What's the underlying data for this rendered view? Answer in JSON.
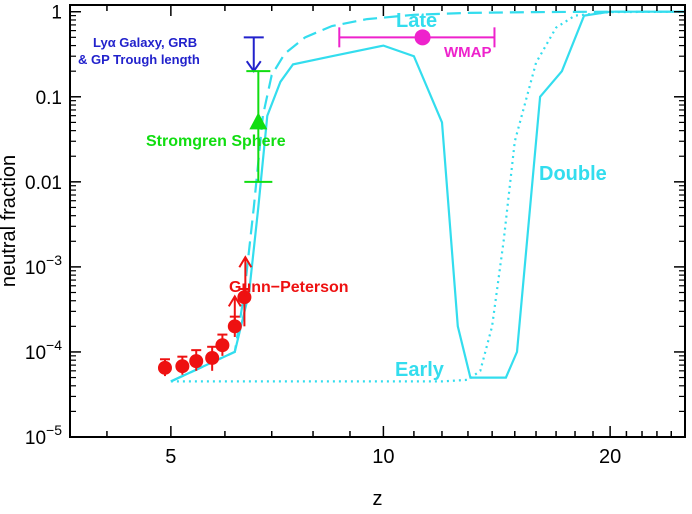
{
  "chart_data": {
    "type": "line",
    "x_scale": "log(1+z)",
    "y_scale": "log",
    "xlabel": "z",
    "ylabel": "neutral fraction",
    "xlim": [
      3.5,
      25
    ],
    "ylim": [
      1e-05,
      1.2
    ],
    "x_ticks": [
      {
        "value": 5,
        "label": "5"
      },
      {
        "value": 10,
        "label": "10"
      },
      {
        "value": 20,
        "label": "20"
      }
    ],
    "y_ticks": [
      {
        "value": 1,
        "label": "1",
        "exp": ""
      },
      {
        "value": 0.1,
        "label": "0.1",
        "exp": ""
      },
      {
        "value": 0.01,
        "label": "0.01",
        "exp": ""
      },
      {
        "value": 0.001,
        "label": "10",
        "exp": "−3"
      },
      {
        "value": 0.0001,
        "label": "10",
        "exp": "−4"
      },
      {
        "value": 1e-05,
        "label": "10",
        "exp": "−5"
      }
    ],
    "series": [
      {
        "name": "Late",
        "style": "dashed",
        "color": "#33ddee",
        "x": [
          5.0,
          6.2,
          6.4,
          6.6,
          6.8,
          7.0,
          7.3,
          7.8,
          8.5,
          9.5,
          11,
          13,
          16,
          20,
          25
        ],
        "y": [
          4.5e-05,
          0.0001,
          0.0005,
          0.005,
          0.06,
          0.18,
          0.32,
          0.5,
          0.68,
          0.82,
          0.92,
          0.97,
          0.99,
          1.0,
          1.0
        ]
      },
      {
        "name": "Early",
        "style": "dotted",
        "color": "#33ddee",
        "x": [
          5.0,
          8,
          10,
          12,
          13,
          13.5,
          14,
          14.5,
          15,
          16,
          17,
          18,
          20,
          25
        ],
        "y": [
          4.5e-05,
          4.5e-05,
          4.5e-05,
          4.5e-05,
          4.7e-05,
          6e-05,
          0.0002,
          0.002,
          0.03,
          0.25,
          0.65,
          0.9,
          0.99,
          1.0
        ]
      },
      {
        "name": "Double",
        "style": "solid",
        "color": "#33ddee",
        "x": [
          5.0,
          6.2,
          6.5,
          6.7,
          6.9,
          7.2,
          7.5,
          8.5,
          10,
          11,
          12,
          12.6,
          13.1,
          14.6,
          15.1,
          16.2,
          17.3,
          18.5,
          20,
          25
        ],
        "y": [
          4.5e-05,
          0.0001,
          0.0005,
          0.005,
          0.06,
          0.15,
          0.24,
          0.3,
          0.4,
          0.3,
          0.05,
          0.0002,
          5e-05,
          5e-05,
          0.0001,
          0.1,
          0.2,
          0.9,
          1.0,
          1.0
        ]
      }
    ],
    "gunn_peterson": {
      "label": "Gunn−Peterson",
      "color": "#ee1111",
      "x": [
        4.9,
        5.2,
        5.45,
        5.75,
        5.95,
        6.2,
        6.4
      ],
      "y": [
        6.5e-05,
        6.8e-05,
        7.8e-05,
        8.5e-05,
        0.00012,
        0.0002,
        0.00044
      ],
      "err_low": [
        5.2e-05,
        5.4e-05,
        6e-05,
        6e-05,
        9e-05,
        0.00015,
        0.0002
      ],
      "err_high": [
        8.2e-05,
        8.8e-05,
        0.000105,
        0.000115,
        0.00016,
        0.00026,
        0.00055
      ],
      "lower_limits": [
        {
          "x": 6.2,
          "from": 0.00021,
          "to": 0.00045
        },
        {
          "x": 6.42,
          "from": 0.00045,
          "to": 0.0013
        }
      ]
    },
    "stromgren_sphere": {
      "label": "Stromgren Sphere",
      "color": "#11dd11",
      "x": 6.7,
      "y": 0.05,
      "low": 0.01,
      "high": 0.2
    },
    "lya_galaxy_limit": {
      "label_line1": "Lyα Galaxy, GRB",
      "label_line2": "& GP Trough length",
      "color": "#2222cc",
      "x": 6.6,
      "from": 0.5,
      "to": 0.2
    },
    "wmap": {
      "label": "WMAP",
      "color": "#ee22cc",
      "x": 11.3,
      "y": 0.5,
      "xlow": 8.7,
      "xhigh": 14.1
    },
    "series_labels": {
      "late": "Late",
      "early": "Early",
      "double": "Double"
    }
  }
}
